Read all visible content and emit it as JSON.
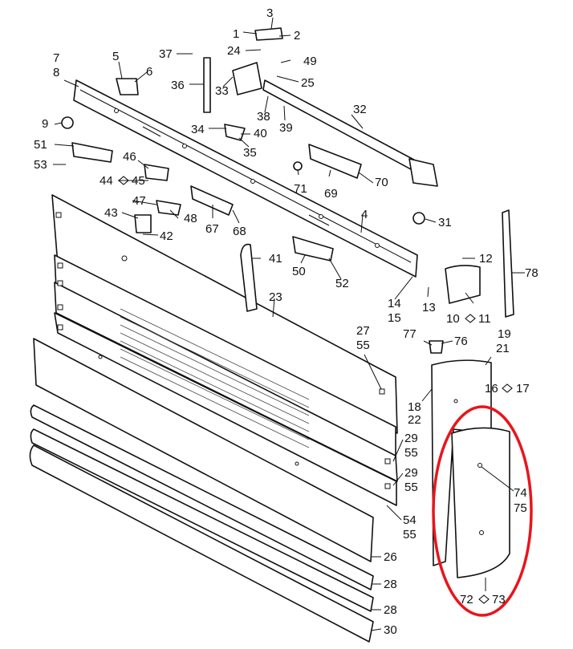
{
  "highlight_color": "#e8151c",
  "labels": {
    "l1": "1",
    "l2": "2",
    "l3": "3",
    "l4": "4",
    "l5": "5",
    "l6": "6",
    "l7": "7",
    "l8": "8",
    "l9": "9",
    "l10": "10",
    "l11": "11",
    "l12": "12",
    "l13": "13",
    "l14": "14",
    "l15": "15",
    "l16": "16",
    "l17": "17",
    "l18": "18",
    "l19": "19",
    "l21": "21",
    "l22": "22",
    "l23": "23",
    "l24": "24",
    "l25": "25",
    "l26": "26",
    "l27": "27",
    "l28a": "28",
    "l28b": "28",
    "l29a": "29",
    "l29b": "29",
    "l30": "30",
    "l31": "31",
    "l32": "32",
    "l33": "33",
    "l34": "34",
    "l35": "35",
    "l36": "36",
    "l37": "37",
    "l38": "38",
    "l39": "39",
    "l40": "40",
    "l41": "41",
    "l42": "42",
    "l43": "43",
    "l44": "44",
    "l45": "45",
    "l46": "46",
    "l47": "47",
    "l48": "48",
    "l49": "49",
    "l50": "50",
    "l51": "51",
    "l52": "52",
    "l53": "53",
    "l54": "54",
    "l55a": "55",
    "l55b": "55",
    "l55c": "55",
    "l55d": "55",
    "l67": "67",
    "l68": "68",
    "l69": "69",
    "l70": "70",
    "l71": "71",
    "l72": "72",
    "l73": "73",
    "l74": "74",
    "l75": "75",
    "l76": "76",
    "l77": "77",
    "l78": "78"
  }
}
